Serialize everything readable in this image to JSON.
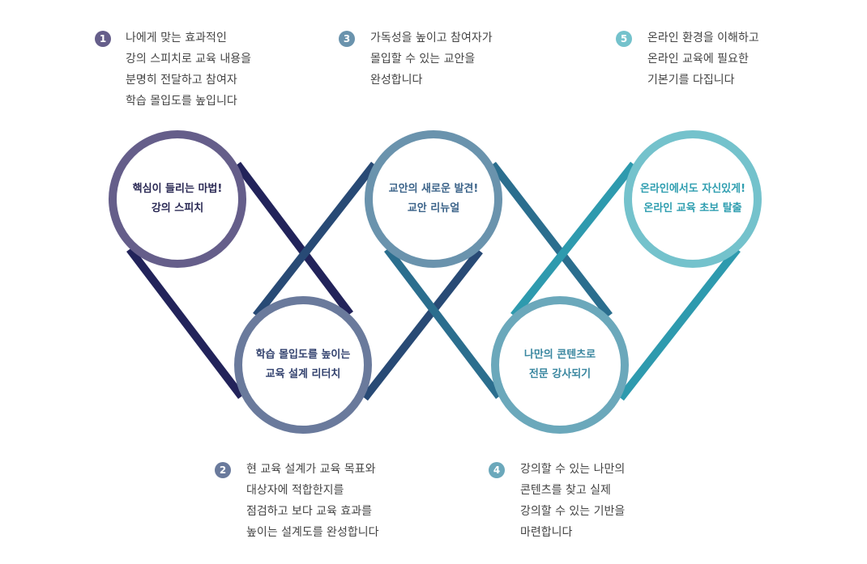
{
  "steps": [
    {
      "num": "1",
      "color": "#655e8a",
      "text_color": "#2b2a55",
      "title": [
        "핵심이 들리는 마법!",
        "강의 스피치"
      ],
      "desc": [
        "나에게 맞는 효과적인",
        "강의 스피치로 교육 내용을",
        "분명히 전달하고 참여자",
        "학습 몰입도를 높입니다"
      ]
    },
    {
      "num": "2",
      "color": "#6a7a9c",
      "text_color": "#34436f",
      "title": [
        "학습 몰입도를 높이는",
        "교육 설계 리터치"
      ],
      "desc": [
        "현 교육 설계가 교육 목표와",
        "대상자에 적합한지를",
        "점검하고 보다 교육 효과를",
        "높이는 설계도를 완성합니다"
      ]
    },
    {
      "num": "3",
      "color": "#6a93ad",
      "text_color": "#3b6389",
      "title": [
        "교안의 새로운 발견!",
        "교안 리뉴얼"
      ],
      "desc": [
        "가독성을 높이고 참여자가",
        "몰입할 수 있는 교안을",
        "완성합니다"
      ]
    },
    {
      "num": "4",
      "color": "#6ba8bb",
      "text_color": "#3a87a0",
      "title": [
        "나만의 콘텐츠로",
        "전문 강사되기"
      ],
      "desc": [
        "강의할 수 있는 나만의",
        "콘텐츠를 찾고 실제",
        "강의할 수 있는 기반을",
        "마련합니다"
      ]
    },
    {
      "num": "5",
      "color": "#74c2cc",
      "text_color": "#2f9eb0",
      "title": [
        "온라인에서도 자신있게!",
        "온라인 교육 초보 탈출"
      ],
      "desc": [
        "온라인 환경을 이해하고",
        "온라인 교육에 필요한",
        "기본기를 다집니다"
      ]
    }
  ],
  "line_colors": [
    "#22235a",
    "#284a75",
    "#2b6e8e",
    "#2e9aae"
  ]
}
